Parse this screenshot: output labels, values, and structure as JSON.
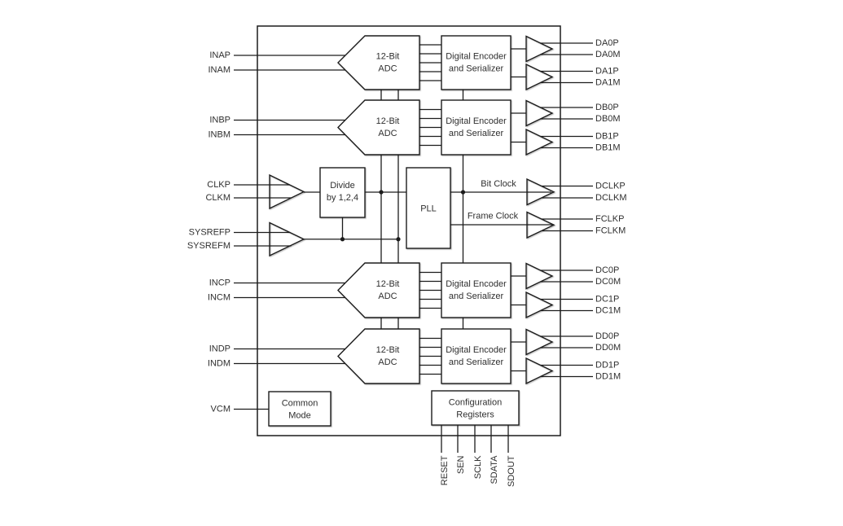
{
  "diagram": {
    "left_pins": [
      "INAP",
      "INAM",
      "INBP",
      "INBM",
      "CLKP",
      "CLKM",
      "SYSREFP",
      "SYSREFM",
      "INCP",
      "INCM",
      "INDP",
      "INDM",
      "VCM"
    ],
    "right_pins": [
      "DA0P",
      "DA0M",
      "DA1P",
      "DA1M",
      "DB0P",
      "DB0M",
      "DB1P",
      "DB1M",
      "DCLKP",
      "DCLKM",
      "FCLKP",
      "FCLKM",
      "DC0P",
      "DC0M",
      "DC1P",
      "DC1M",
      "DD0P",
      "DD0M",
      "DD1P",
      "DD1M"
    ],
    "bottom_pins": [
      "RESET",
      "SEN",
      "SCLK",
      "SDATA",
      "SDOUT"
    ],
    "blocks": {
      "adc_line1": "12-Bit",
      "adc_line2": "ADC",
      "encoder_line1": "Digital Encoder",
      "encoder_line2": "and Serializer",
      "divider_line1": "Divide",
      "divider_line2": "by 1,2,4",
      "pll": "PLL",
      "common_line1": "Common",
      "common_line2": "Mode",
      "config_line1": "Configuration",
      "config_line2": "Registers"
    },
    "signals": {
      "bit_clock": "Bit Clock",
      "frame_clock": "Frame Clock"
    },
    "colors": {
      "line": "#1c1c1c",
      "text": "#2f2f2f",
      "background": "#ffffff"
    }
  }
}
